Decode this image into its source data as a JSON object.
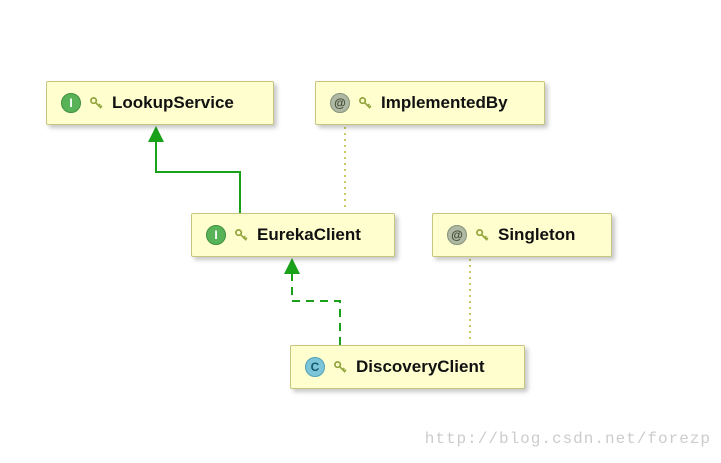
{
  "colors": {
    "node_fill": "#FEFECE",
    "node_border": "#C6C67E",
    "green_edge": "#1AA11A",
    "dotted_edge": "#C9C96A",
    "interface_badge": "#58B258",
    "annotation_badge": "#AEB8A2",
    "class_badge": "#7CC5D9"
  },
  "nodes": {
    "lookup_service": {
      "badge": "I",
      "label": "LookupService",
      "type": "interface"
    },
    "implemented_by": {
      "badge": "@",
      "label": "ImplementedBy",
      "type": "annotation"
    },
    "eureka_client": {
      "badge": "I",
      "label": "EurekaClient",
      "type": "interface"
    },
    "singleton": {
      "badge": "@",
      "label": "Singleton",
      "type": "annotation"
    },
    "discovery_client": {
      "badge": "C",
      "label": "DiscoveryClient",
      "type": "class"
    }
  },
  "watermark": "http://blog.csdn.net/forezp"
}
